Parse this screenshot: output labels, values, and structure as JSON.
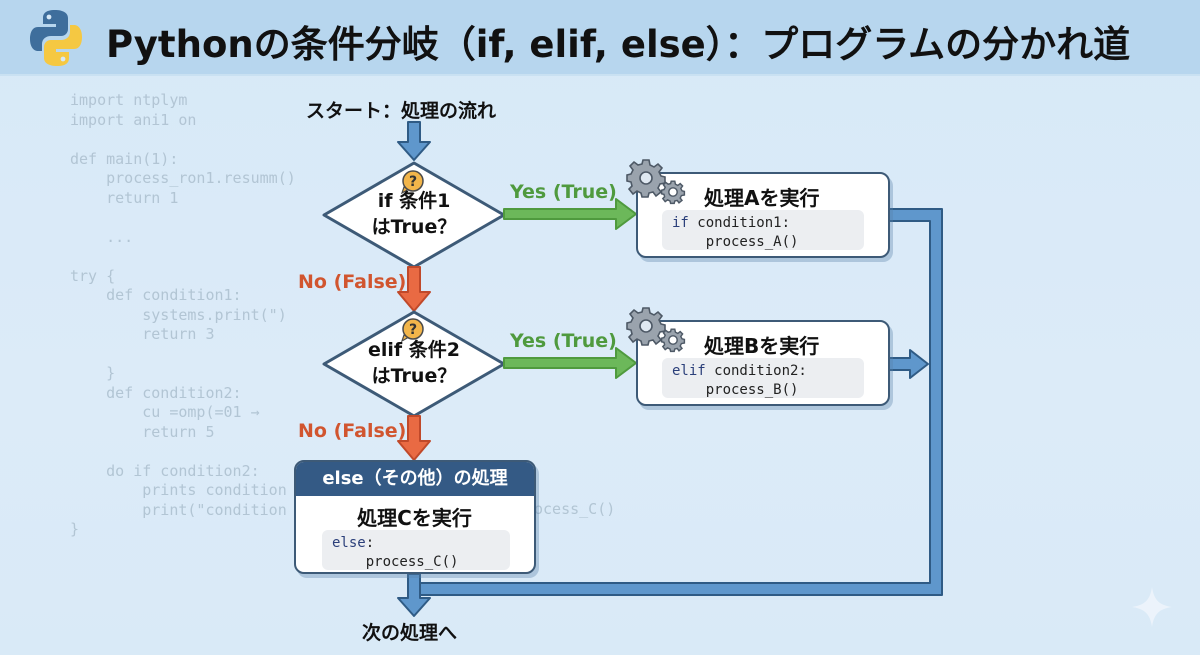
{
  "header": {
    "title": "Pythonの条件分岐（if, elif, else）：プログラムの分かれ道",
    "logo_icon": "python-logo-icon"
  },
  "background_code": {
    "lines": [
      "import ntplym",
      "import ani1 on",
      "",
      "def main(1):",
      "    process_ron1.resumm()",
      "    return 1",
      "",
      "    ...",
      "",
      "try {",
      "    def condition1:",
      "        systems.print(\")",
      "        return 3",
      "",
      "    }",
      "    def condition2:",
      "        cu =omp(=01 →",
      "        return 5",
      "",
      "    do if condition2:",
      "        prints condition",
      "        print(\"condition",
      "}"
    ],
    "trailing_fragment": "ocess_C()"
  },
  "flow": {
    "start_label": "スタート：処理の流れ",
    "decision1": {
      "line1": "if 条件1",
      "line2": "はTrue？",
      "icon": "question-bubble-icon"
    },
    "decision2": {
      "line1": "elif 条件2",
      "line2": "はTrue？",
      "icon": "question-bubble-icon"
    },
    "yes_label_1": "Yes (True)",
    "yes_label_2": "Yes (True)",
    "no_label_1": "No (False)",
    "no_label_2": "No (False)",
    "process_a": {
      "title": "処理Aを実行",
      "code_kw": "if",
      "code_line1": " condition1:",
      "code_line2": "    process_A()"
    },
    "process_b": {
      "title": "処理Bを実行",
      "code_kw": "elif",
      "code_line1": " condition2:",
      "code_line2": "    process_B()"
    },
    "process_c": {
      "header": "else（その他）の処理",
      "title": "処理Cを実行",
      "code_kw": "else",
      "code_line1": ":",
      "code_line2": "    process_C()"
    },
    "end_label": "次の処理へ"
  },
  "colors": {
    "header_bg": "#b7d6ee",
    "page_bg": "#d9eaf7",
    "yes_green": "#4f9a3e",
    "no_red": "#d1552f",
    "flow_blue": "#5f97cc",
    "outline_navy": "#3d5a77",
    "else_header": "#345a85",
    "python_blue": "#3e6e9c",
    "python_yellow": "#f5c842"
  }
}
